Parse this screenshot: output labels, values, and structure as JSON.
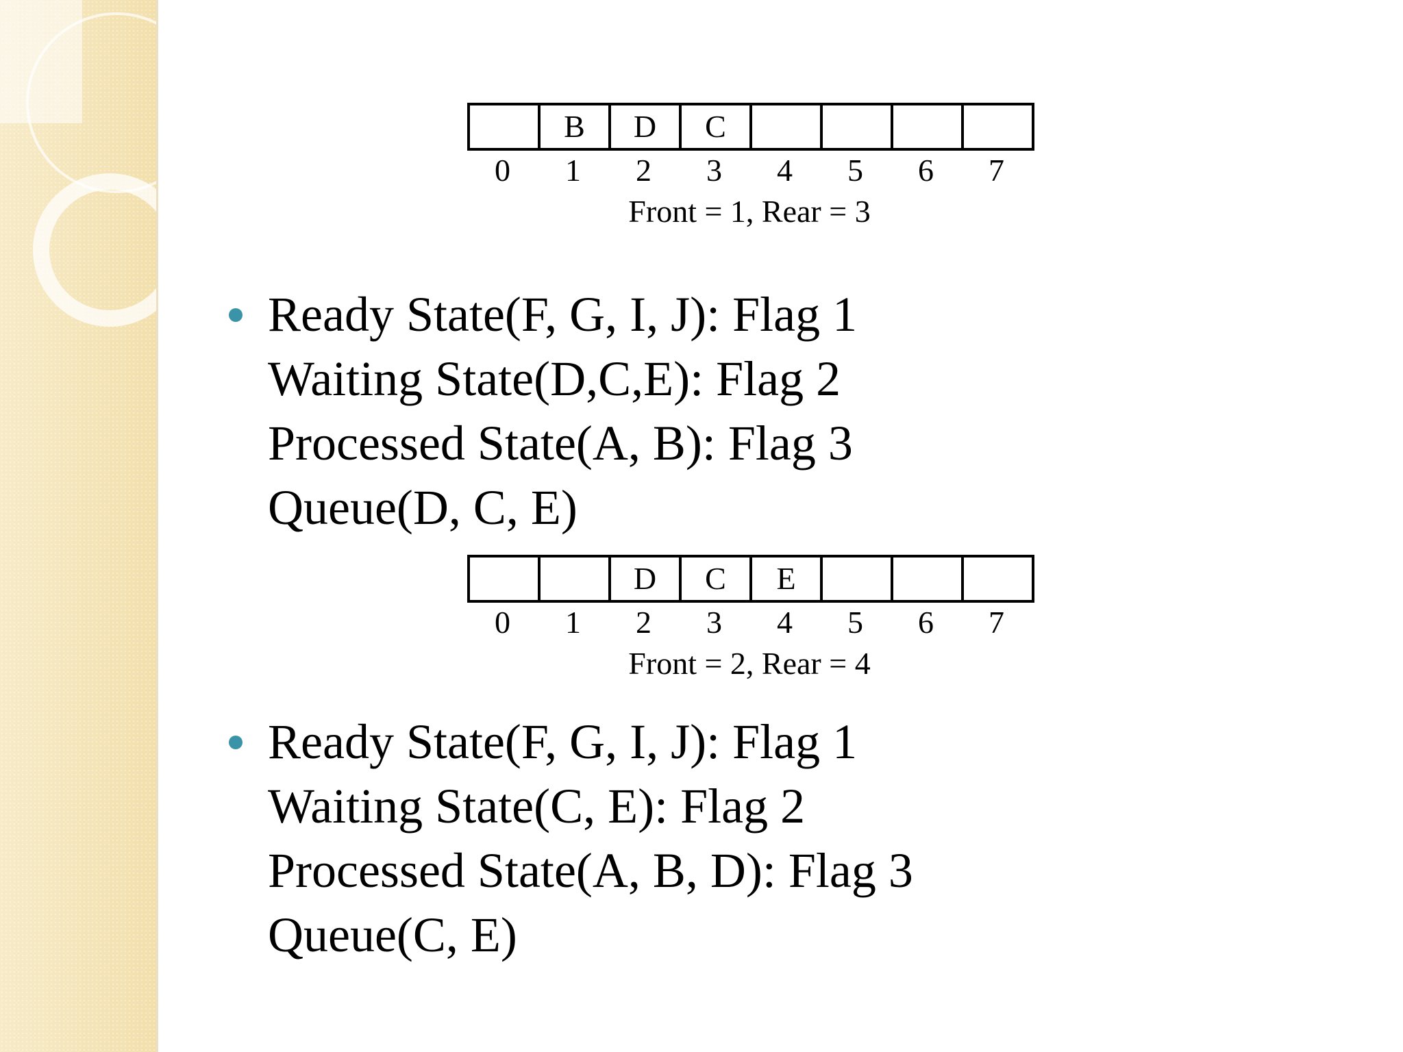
{
  "queue_diagrams": [
    {
      "cells": [
        "",
        "B",
        "D",
        "C",
        "",
        "",
        "",
        ""
      ],
      "indices": [
        "0",
        "1",
        "2",
        "3",
        "4",
        "5",
        "6",
        "7"
      ],
      "caption": "Front = 1, Rear = 3"
    },
    {
      "cells": [
        "",
        "",
        "D",
        "C",
        "E",
        "",
        "",
        ""
      ],
      "indices": [
        "0",
        "1",
        "2",
        "3",
        "4",
        "5",
        "6",
        "7"
      ],
      "caption": "Front = 2, Rear = 4"
    }
  ],
  "bullets": [
    {
      "lines": [
        "Ready State(F, G, I, J): Flag 1",
        "Waiting State(D,C,E): Flag 2",
        "Processed State(A, B): Flag 3",
        "Queue(D, C, E)"
      ]
    },
    {
      "lines": [
        "Ready State(F, G, I, J): Flag 1",
        "Waiting State(C, E): Flag 2",
        "Processed State(A, B, D): Flag 3",
        "Queue(C, E)"
      ]
    }
  ],
  "colors": {
    "bullet": "#3a93a7",
    "side_panel": "#f4e4b6"
  }
}
